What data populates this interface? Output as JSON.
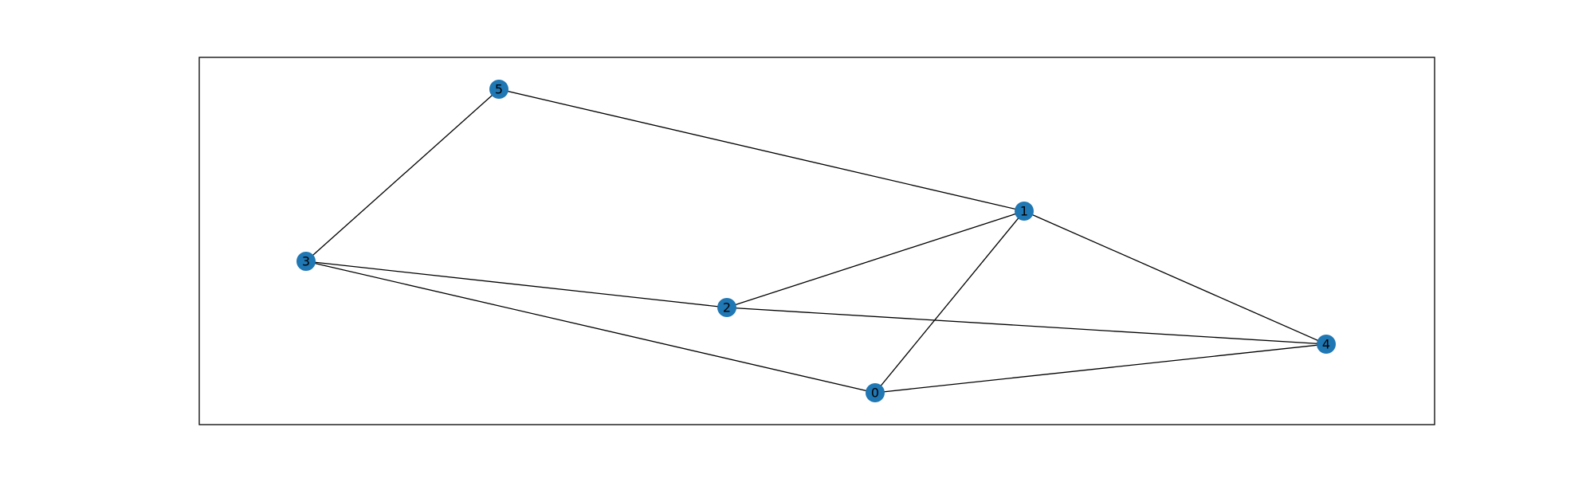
{
  "colors": {
    "node": "#1f77b4",
    "edge": "#000000",
    "frame": "#000000",
    "background": "#ffffff"
  },
  "graph": {
    "nodes": [
      {
        "id": "0",
        "label": "0"
      },
      {
        "id": "1",
        "label": "1"
      },
      {
        "id": "2",
        "label": "2"
      },
      {
        "id": "3",
        "label": "3"
      },
      {
        "id": "4",
        "label": "4"
      },
      {
        "id": "5",
        "label": "5"
      }
    ],
    "edges": [
      {
        "source": "5",
        "target": "3"
      },
      {
        "source": "5",
        "target": "1"
      },
      {
        "source": "3",
        "target": "2"
      },
      {
        "source": "3",
        "target": "0"
      },
      {
        "source": "1",
        "target": "2"
      },
      {
        "source": "1",
        "target": "0"
      },
      {
        "source": "1",
        "target": "4"
      },
      {
        "source": "2",
        "target": "4"
      },
      {
        "source": "0",
        "target": "4"
      }
    ]
  }
}
